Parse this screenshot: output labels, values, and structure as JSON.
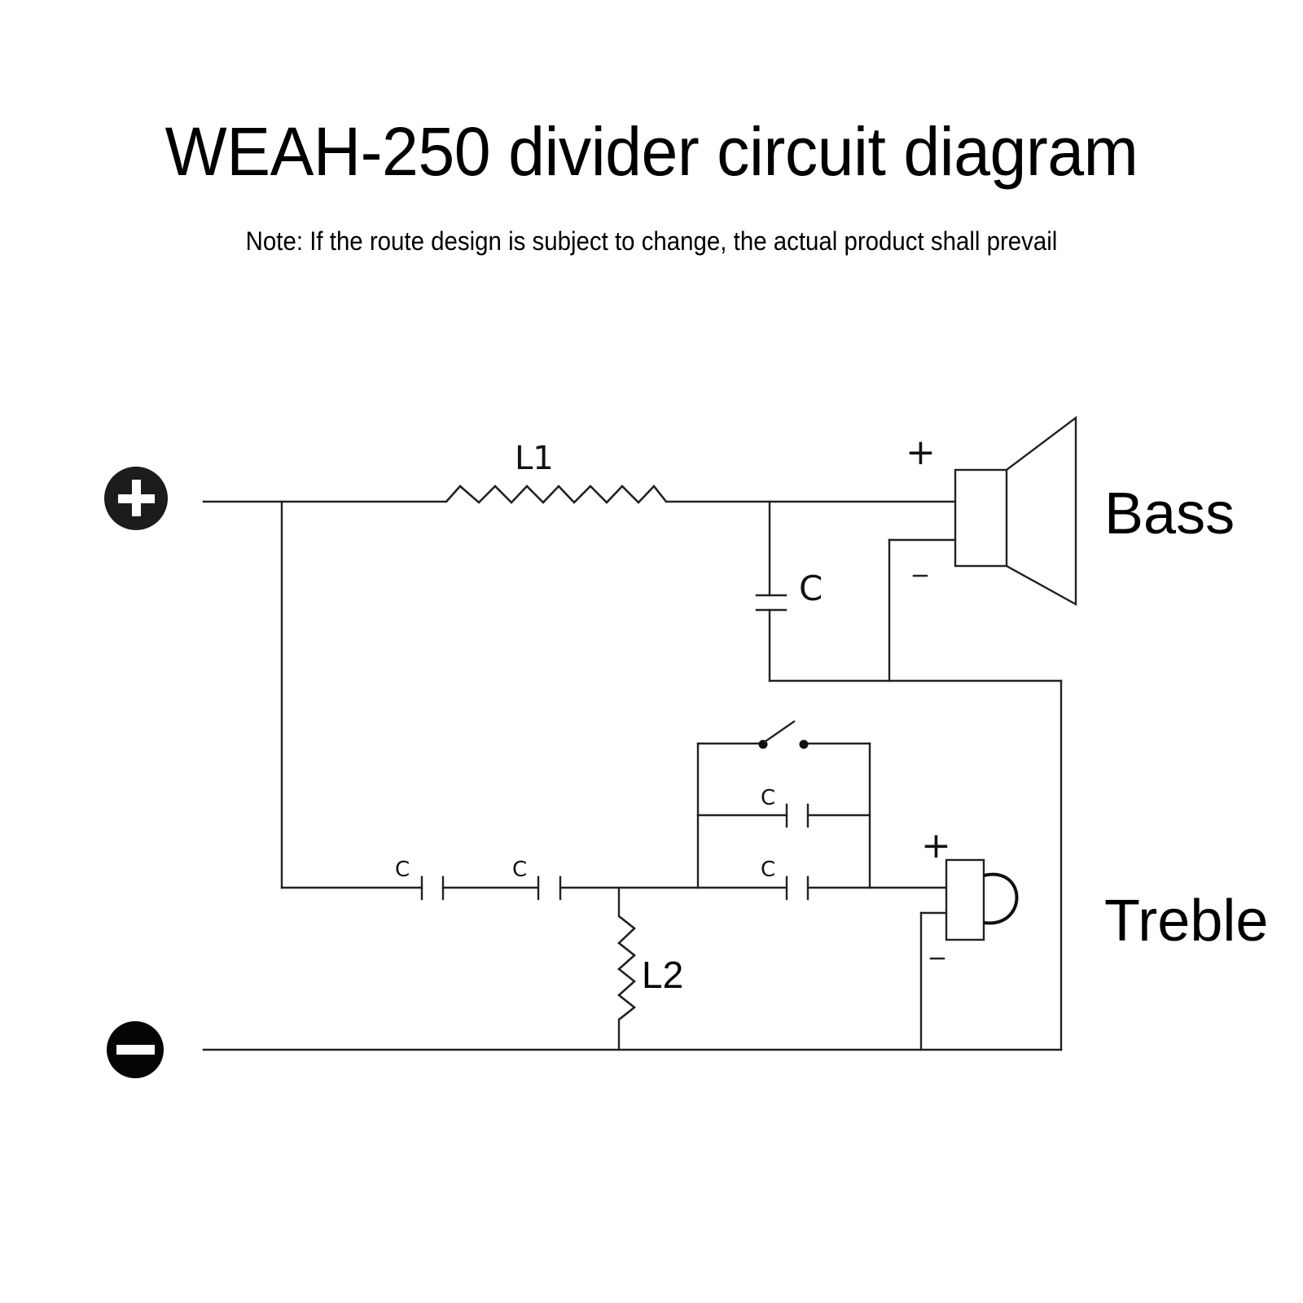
{
  "header": {
    "title": "WEAH-250 divider circuit diagram",
    "note": "Note: If the route design is subject to change, the actual product shall prevail"
  },
  "terminals": {
    "positive": {
      "icon": "plus-circle-icon",
      "symbol": "+"
    },
    "negative": {
      "icon": "minus-circle-icon",
      "symbol": "−"
    }
  },
  "components": {
    "l1": {
      "label": "L1",
      "type": "inductor"
    },
    "l2": {
      "label": "L2",
      "type": "inductor"
    },
    "bass_cap": {
      "label": "C",
      "type": "capacitor"
    },
    "series_cap_1": {
      "label": "C",
      "type": "capacitor"
    },
    "series_cap_2": {
      "label": "C",
      "type": "capacitor"
    },
    "parallel_cap_top": {
      "label": "C",
      "type": "capacitor"
    },
    "parallel_cap_bottom": {
      "label": "C",
      "type": "capacitor"
    },
    "switch": {
      "type": "switch"
    }
  },
  "speakers": {
    "bass": {
      "label": "Bass",
      "plus": "+",
      "minus": "−",
      "icon": "woofer-icon"
    },
    "treble": {
      "label": "Treble",
      "plus": "+",
      "minus": "−",
      "icon": "tweeter-icon"
    }
  }
}
